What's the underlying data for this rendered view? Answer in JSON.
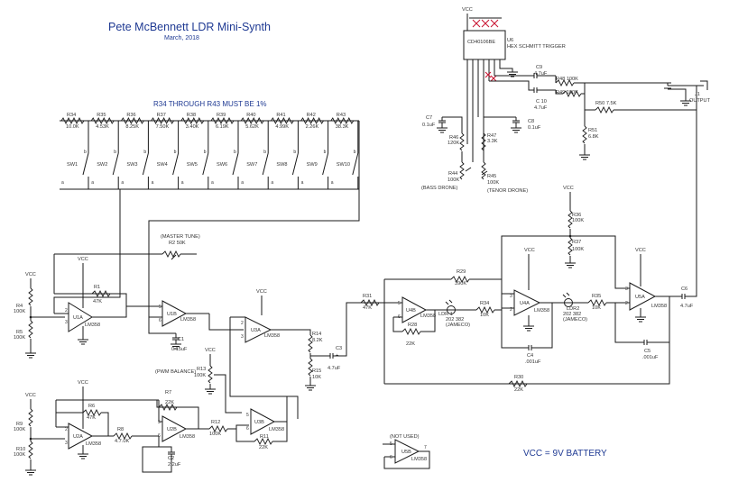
{
  "title": "Pete McBennett LDR Mini-Synth",
  "date": "March, 2018",
  "tolerance_note": "R34 THROUGH R43 MUST BE 1%",
  "supply_note": "VCC = 9V BATTERY",
  "resistor_ladder": [
    {
      "ref": "R34",
      "value": "10.0K",
      "switch": "SW1"
    },
    {
      "ref": "R35",
      "value": "4.53K",
      "switch": "SW2"
    },
    {
      "ref": "R36",
      "value": "8.25K",
      "switch": "SW3"
    },
    {
      "ref": "R37",
      "value": "7.50K",
      "switch": "SW4"
    },
    {
      "ref": "R38",
      "value": "3.40K",
      "switch": "SW5"
    },
    {
      "ref": "R39",
      "value": "6.19K",
      "switch": "SW6"
    },
    {
      "ref": "R40",
      "value": "5.62K",
      "switch": "SW7"
    },
    {
      "ref": "R41",
      "value": "4.99K",
      "switch": "SW8"
    },
    {
      "ref": "R42",
      "value": "2.26K",
      "switch": "SW9"
    },
    {
      "ref": "R43",
      "value": "38.3K",
      "switch": "SW10"
    }
  ],
  "labels": {
    "vcc": "VCC",
    "master_tune": "(MASTER TUNE)",
    "pwm_balance": "(PWM BALANCE)",
    "not_used": "(NOT USED)",
    "bass_drone": "(BASS DRONE)",
    "tenor_drone": "(TENOR DRONE)",
    "ic_ref": "U6",
    "ic_part": "CD40106BE",
    "ic_desc": "HEX SCHMITT TRIGGER",
    "output_ref": "J1",
    "output_label": "OUTPUT"
  },
  "components": {
    "r1": "R1",
    "r1v": "47K",
    "r2": "R2 50K",
    "r4": "R4",
    "r4v": "100K",
    "r5": "R5",
    "r5v": "100K",
    "c1": "C1",
    "c1v": "0.15uF",
    "r14": "R14",
    "r14v": "8.2K",
    "r15": "R15",
    "r15v": "10K",
    "c3": "C3",
    "c3v": "4.7uF",
    "r13": "R13",
    "r13v": "100K",
    "r9": "R9",
    "r9v": "100K",
    "r10": "R10",
    "r10v": "100K",
    "r6": "R6",
    "r6v": "47K",
    "r8": "R8",
    "r8v": "4.7.0K",
    "r7": "R7",
    "r7v": "22K",
    "c2": "C2",
    "c2v": "2.2uF",
    "r12": "R12",
    "r12v": "100K",
    "r11": "R11",
    "r11v": "22K",
    "r31": "R31",
    "r31v": "47K",
    "r29": "R29",
    "r29v": "390K",
    "r28": "R28",
    "r28v": "22K",
    "ldr1": "LDR 1",
    "ldr1v": "202 382",
    "ldr1m": "(JAMECO)",
    "r34b": "R34",
    "r34bv": "10K",
    "ldr2": "LDR2",
    "ldr2v": "202 382",
    "ldr2m": "(JAMECO)",
    "r35b": "R35",
    "r35bv": "10K",
    "c4": "C4",
    "c4v": ".001uF",
    "c5": "C5",
    "c5v": ".001uF",
    "r30": "R30",
    "r30v": "22K",
    "c6": "C6",
    "c6v": "4.7uF",
    "r36": "R36",
    "r36v": "100K",
    "r37": "R37",
    "r37v": "100K",
    "r44": "R44",
    "r44v": "100K",
    "r47": "R47",
    "r47v": "3.3K",
    "r46": "R46",
    "r46v": "120K",
    "r45": "R45",
    "r45v": "100K",
    "c7": "C7",
    "c7v": "0.1uF",
    "c8": "C8",
    "c8v": "0.1uF",
    "c9": "C9",
    "c9v": "4.7uF",
    "c10": "C 10",
    "c10v": "4.7uF",
    "r48": "R48 100K",
    "r49": "R49 100K",
    "r50": "R50 7.5K",
    "r51": "R51",
    "r51v": "6.8K"
  },
  "opamps": {
    "u1a": "U1A",
    "u1b": "U1B",
    "u2a": "U2A",
    "u2b": "U2B",
    "u3a": "U3A",
    "u3b": "U3B",
    "u4a": "U4A",
    "u4b": "U4B",
    "u5a": "U5A",
    "u5b": "U5B",
    "part": "LM358"
  },
  "sw_labels": {
    "a": "a",
    "b": "b"
  }
}
